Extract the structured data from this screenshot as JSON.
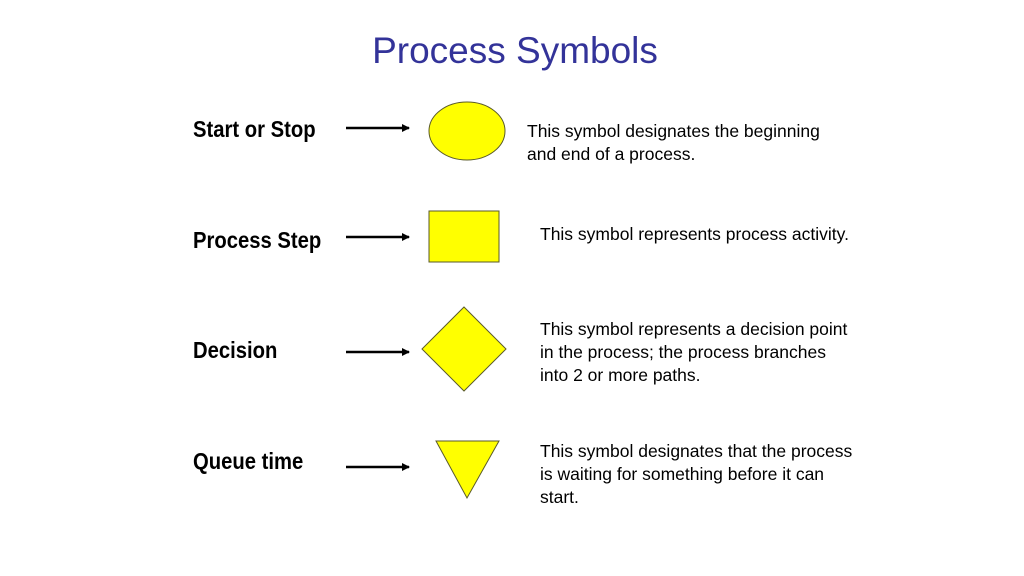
{
  "title": "Process Symbols",
  "colors": {
    "title": "#333399",
    "shape_fill": "#FFFF00",
    "shape_stroke": "#5a5a2a"
  },
  "rows": [
    {
      "label": "Start or Stop",
      "symbol": "ellipse",
      "description": [
        "This symbol designates the beginning",
        "and end of a process."
      ]
    },
    {
      "label": "Process Step",
      "symbol": "rectangle",
      "description": [
        "This symbol represents process activity."
      ]
    },
    {
      "label": "Decision",
      "symbol": "diamond",
      "description": [
        "This symbol represents a decision point",
        "in the process; the process branches",
        "into 2 or more paths."
      ]
    },
    {
      "label": "Queue time",
      "symbol": "inverted-triangle",
      "description": [
        "This symbol designates that the process",
        "is waiting for something before it can",
        "start."
      ]
    }
  ]
}
